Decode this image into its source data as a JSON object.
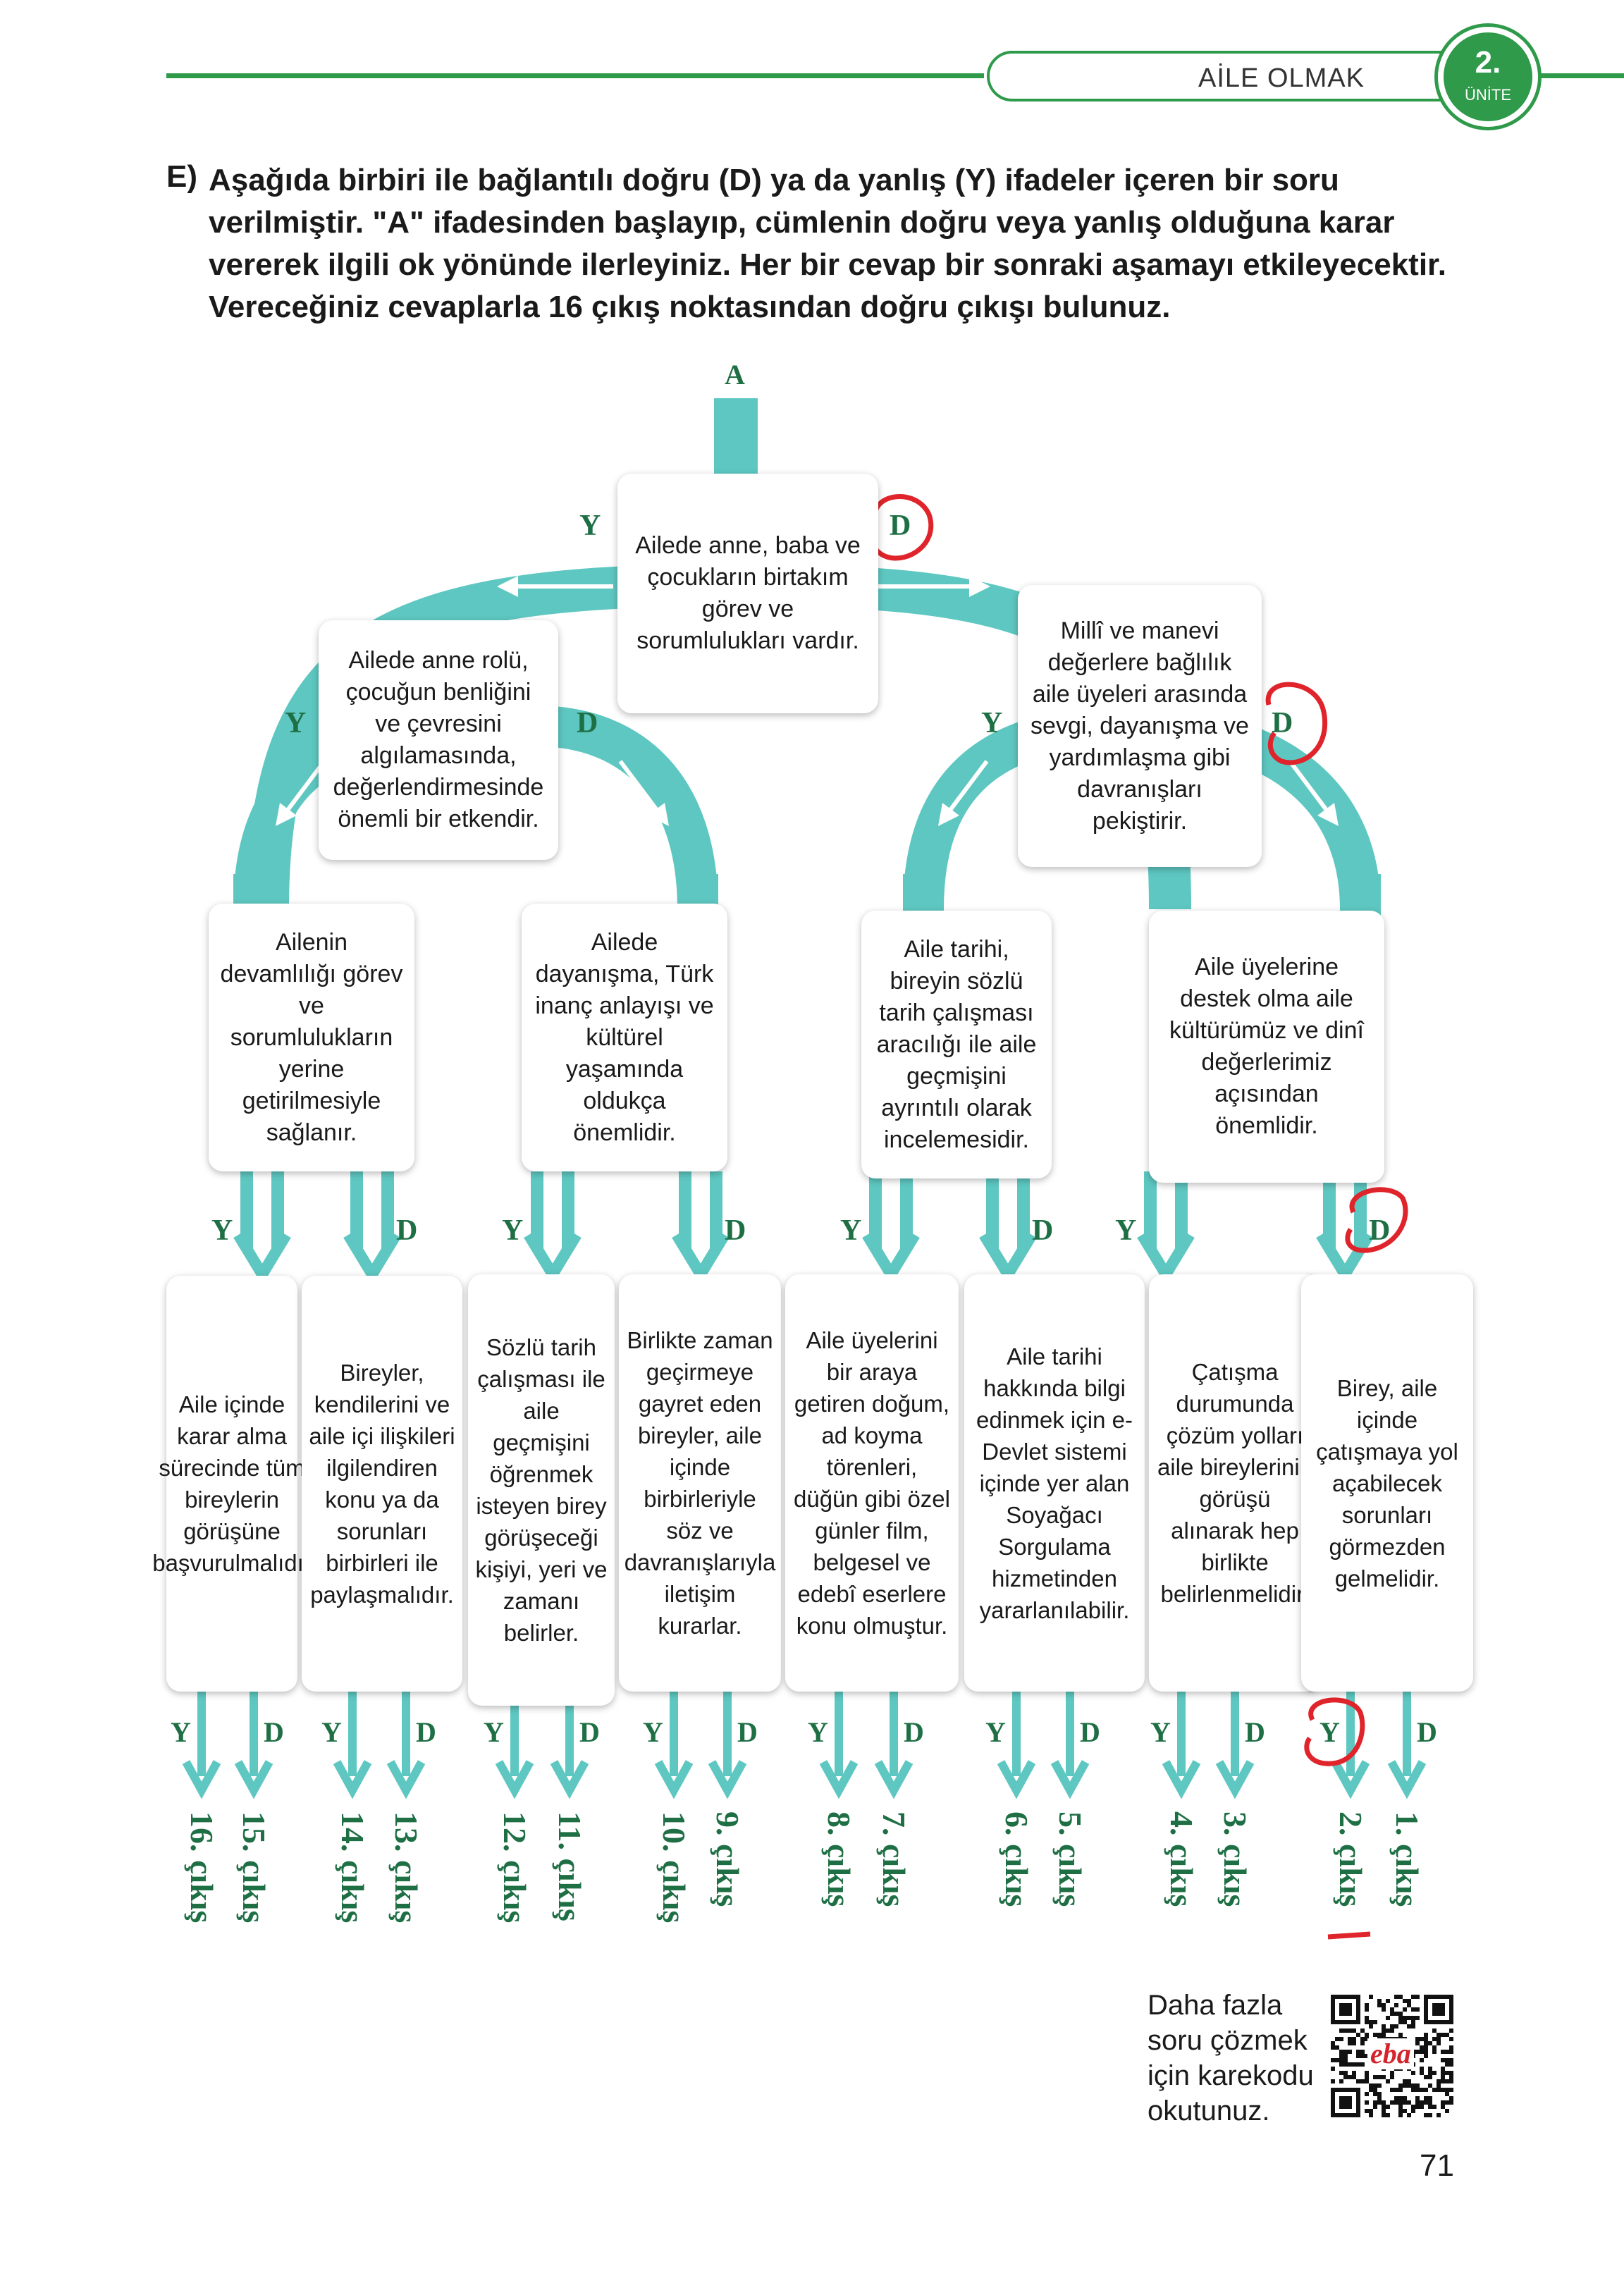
{
  "header": {
    "unit_title": "AİLE OLMAK",
    "unit_number": "2.",
    "unit_label": "ÜNİTE"
  },
  "question": {
    "label": "E)",
    "text": "Aşağıda birbiri ile bağlantılı doğru (D) ya da yanlış (Y) ifadeler içeren bir soru verilmiştir. \"A\" ifadesinden başlayıp, cümlenin doğru veya yanlış olduğuna karar vererek ilgili ok yönünde ilerleyiniz. Her bir cevap bir sonraki aşamayı etkileyecektir. Vereceğiniz cevaplarla 16 çıkış noktasından doğru çıkışı bulunuz."
  },
  "diagram": {
    "start": "A",
    "yes_label": "Y",
    "no_label": "D",
    "root": "Ailede anne, baba ve çocukların birtakım görev ve sorumlulukları vardır.",
    "level1": [
      "Ailede anne rolü, çocuğun benliğini ve çevresini algılamasında, değerlendirmesinde önemli bir etkendir.",
      "Millî ve manevi değerlere bağlılık aile üyeleri arasında sevgi, dayanışma ve yardımlaşma gibi davranışları pekiştirir."
    ],
    "level2": [
      "Ailenin devamlılığı görev ve sorumlulukların yerine getirilmesiyle sağlanır.",
      "Ailede dayanışma, Türk inanç anlayışı ve kültürel yaşamında oldukça önemlidir.",
      "Aile tarihi, bireyin sözlü tarih çalışması aracılığı ile aile geçmişini ayrıntılı olarak incelemesidir.",
      "Aile üyelerine destek olma aile kültürümüz ve dinî değerlerimiz açısından önemlidir."
    ],
    "level3": [
      "Aile içinde karar alma sürecinde tüm bireylerin görüşüne başvurulmalıdır",
      "Bireyler, kendilerini ve aile içi ilişkileri ilgilendiren konu ya da sorunları birbirleri ile paylaşmalıdır.",
      "Sözlü tarih çalışması ile aile geçmişini öğrenmek isteyen birey görüşeceği kişiyi, yeri ve zamanı belirler.",
      "Birlikte zaman geçirmeye gayret eden bireyler, aile içinde birbirleriyle söz ve davranışlarıyla iletişim kurarlar.",
      "Aile üyelerini bir araya getiren doğum, ad koyma törenleri, düğün gibi özel günler film, belgesel ve edebî eserlere konu olmuştur.",
      "Aile tarihi hakkında bilgi edinmek için e-Devlet sistemi içinde yer alan Soyağacı Sorgulama hizmetinden yararlanılabilir.",
      "Çatışma durumunda çözüm yolları aile bireylerinin görüşü alınarak hep birlikte belirlenmelidir.",
      "Birey, aile içinde çatışmaya yol açabilecek sorunları görmezden gelmelidir."
    ],
    "exits": [
      "16. çıkış",
      "15. çıkış",
      "14. çıkış",
      "13. çıkış",
      "12. çıkış",
      "11. çıkış",
      "10. çıkış",
      "9. çıkış",
      "8. çıkış",
      "7. çıkış",
      "6. çıkış",
      "5. çıkış",
      "4. çıkış",
      "3. çıkış",
      "2. çıkış",
      "1. çıkış"
    ]
  },
  "footer": {
    "qr_text": [
      "Daha fazla",
      "soru çözmek",
      "için karekodu",
      "okutunuz."
    ],
    "qr_logo": "eba",
    "page_number": "71"
  },
  "colors": {
    "arrow": "#5ec7c1",
    "label": "#1f6f45",
    "header": "#2e9a4a",
    "annotation": "#e0242b"
  }
}
